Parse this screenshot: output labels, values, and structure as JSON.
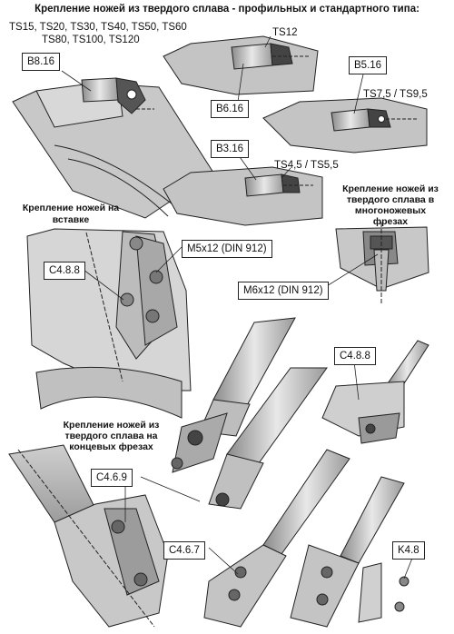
{
  "header": {
    "title": "Крепление ножей из твердого сплава - профильных и стандартного типа:",
    "ts_line1": "TS15, TS20, TS30, TS40, TS50, TS60",
    "ts_line2": "TS80, TS100, TS120"
  },
  "labels": {
    "b8_16": "B8.16",
    "ts12": "TS12",
    "b6_16": "B6.16",
    "b5_16": "B5.16",
    "ts7_5": "TS7,5 / TS9,5",
    "b3_16": "B3.16",
    "ts4_5": "TS4,5 / TS5,5",
    "c4_8_8_a": "C4.8.8",
    "m5x12": "M5x12 (DIN 912)",
    "m6x12": "M6x12 (DIN 912)",
    "c4_8_8_b": "C4.8.8",
    "c4_6_9": "C4.6.9",
    "c4_6_7": "C4.6.7",
    "k4_8": "K4.8"
  },
  "captions": {
    "insert_line1": "Крепление ножей на",
    "insert_line2": "вставке",
    "multi_line1": "Крепление ножей из",
    "multi_line2": "твердого сплава в",
    "multi_line3": "многоножевых",
    "multi_line4": "фрезах",
    "end_line1": "Крепление ножей из",
    "end_line2": "твердого сплава на",
    "end_line3": "концевых фрезах"
  }
}
